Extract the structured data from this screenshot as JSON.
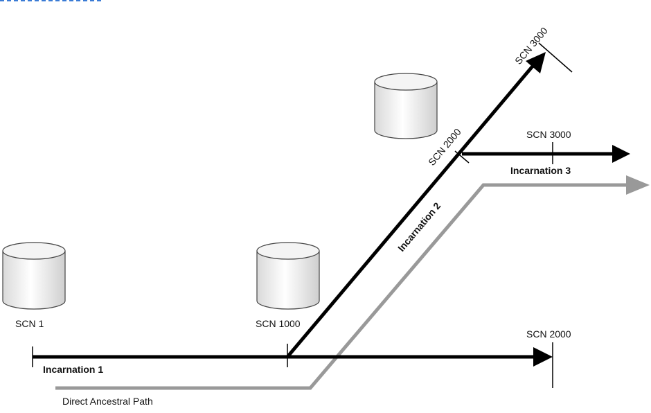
{
  "labels": {
    "scn1": "SCN 1",
    "scn1000": "SCN 1000",
    "scn2000_inc1": "SCN 2000",
    "scn2000_inc2": "SCN 2000",
    "scn3000_inc2": "SCN 3000",
    "scn3000_inc3": "SCN 3000",
    "incarnation1": "Incarnation 1",
    "incarnation2": "Incarnation 2",
    "incarnation3": "Incarnation 3",
    "ancestral_path": "Direct Ancestral Path"
  },
  "colors": {
    "line": "#000000",
    "path": "#999999",
    "cylinder_fill": "#f2f2f2",
    "cylinder_stroke": "#444444",
    "top_dash": "#3a7bd5"
  }
}
